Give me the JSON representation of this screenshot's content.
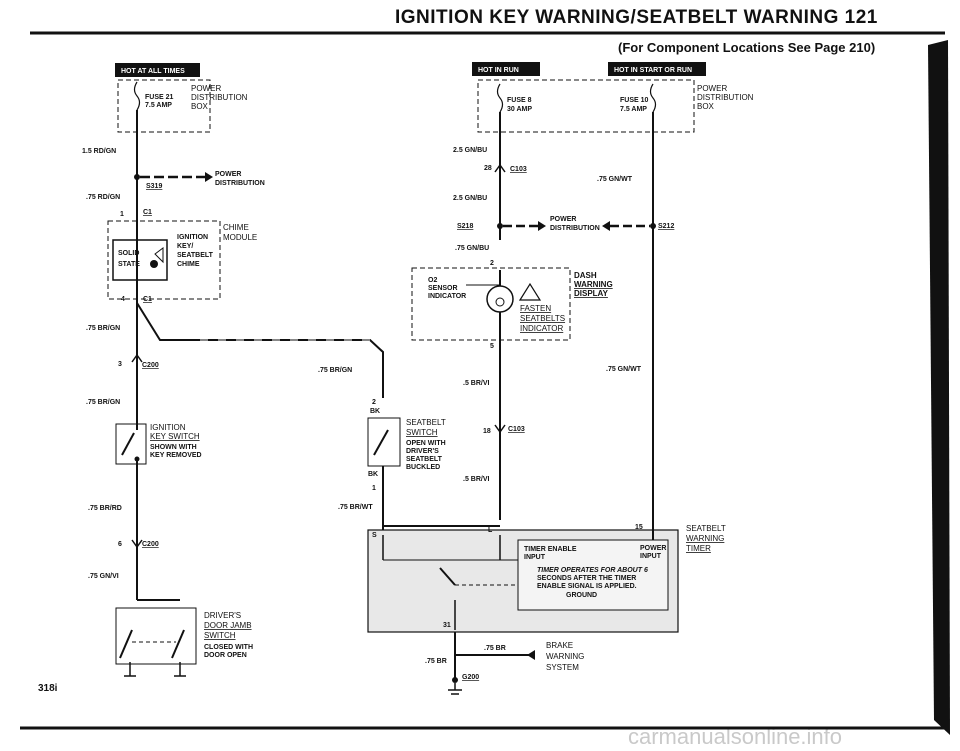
{
  "header": {
    "title": "IGNITION KEY WARNING/SEATBELT WARNING 121",
    "subtitle": "(For Component Locations See Page 210)",
    "page_number": "318i"
  },
  "badges": {
    "hot_at_all_times": "HOT AT ALL TIMES",
    "hot_in_run": "HOT IN RUN",
    "hot_in_start_or_run": "HOT IN START OR RUN"
  },
  "left_circuit": {
    "fuse21": "FUSE 21",
    "fuse21_amp": "7.5 AMP",
    "power_dist_box": [
      "POWER",
      "DISTRIBUTION",
      "BOX"
    ],
    "wire_1": "1.5 RD/GN",
    "s319": "S319",
    "power_dist": [
      "POWER",
      "DISTRIBUTION"
    ],
    "wire_2": ".75 RD/GN",
    "c1_top_pin": "1",
    "c1_top": "C1",
    "chime_module": [
      "CHIME",
      "MODULE"
    ],
    "solid_state": [
      "SOLID",
      "STATE"
    ],
    "ign_key_chime": [
      "IGNITION",
      "KEY/",
      "SEATBELT",
      "CHIME"
    ],
    "c1_bottom_pin": "4",
    "c1_bottom": "C1",
    "wire_3": ".75 BR/GN",
    "c200_pin_a": "3",
    "c200_a": "C200",
    "wire_4": ".75 BR/GN",
    "ignition_switch": [
      "IGNITION",
      "KEY SWITCH"
    ],
    "ignition_switch_note": [
      "SHOWN WITH",
      "KEY REMOVED"
    ],
    "wire_5": ".75 BR/RD",
    "c200_pin_b": "6",
    "c200_b": "C200",
    "wire_6": ".75 GN/VI",
    "door_switch": [
      "DRIVER'S",
      "DOOR JAMB",
      "SWITCH"
    ],
    "door_switch_note": [
      "CLOSED WITH",
      "DOOR OPEN"
    ]
  },
  "middle_circuit": {
    "wire_a": ".75 BR/GN",
    "pin_2": "2",
    "bk_top": "BK",
    "seatbelt_switch": [
      "SEATBELT",
      "SWITCH"
    ],
    "seatbelt_switch_note": [
      "OPEN WITH",
      "DRIVER'S",
      "SEATBELT",
      "BUCKLED"
    ],
    "bk_bottom": "BK",
    "pin_1": "1",
    "wire_b": ".75 BR/WT"
  },
  "right_circuit": {
    "fuse8": "FUSE 8",
    "fuse8_amp": "30 AMP",
    "fuse10": "FUSE 10",
    "fuse10_amp": "7.5 AMP",
    "power_dist_box": [
      "POWER",
      "DISTRIBUTION",
      "BOX"
    ],
    "wire_1": "2.5 GN/BU",
    "c103_pin_a": "28",
    "c103_a": "C103",
    "wire_gnwt_top": ".75 GN/WT",
    "wire_2": "2.5 GN/BU",
    "s218": "S218",
    "power_dist": [
      "POWER",
      "DISTRIBUTION"
    ],
    "s212": "S212",
    "wire_3": ".75 GN/BU",
    "dash_pin_2": "2",
    "o2_sensor": [
      "O2",
      "SENSOR",
      "INDICATOR"
    ],
    "dash_display": [
      "DASH",
      "WARNING",
      "DISPLAY"
    ],
    "fasten_seatbelts": [
      "FASTEN",
      "SEATBELTS",
      "INDICATOR"
    ],
    "dash_pin_5": "5",
    "wire_4": ".5 BR/VI",
    "wire_gnwt_bottom": ".75 GN/WT",
    "c103_pin_b": "18",
    "c103_b": "C103",
    "wire_5": ".5 BR/VI",
    "timer_pin_l": "L",
    "timer_pin_s": "S",
    "timer_pin_15": "15",
    "timer_label": [
      "SEATBELT",
      "WARNING",
      "TIMER"
    ],
    "timer_enable": [
      "TIMER ENABLE",
      "INPUT"
    ],
    "power_input": [
      "POWER",
      "INPUT"
    ],
    "timer_note": [
      "TIMER OPERATES FOR ABOUT 6",
      "SECONDS AFTER THE TIMER",
      "ENABLE SIGNAL IS APPLIED.",
      "GROUND"
    ],
    "timer_pin_31": "31",
    "wire_br_a": ".75 BR",
    "wire_br_b": ".75 BR",
    "brake_warning": [
      "BRAKE",
      "WARNING",
      "SYSTEM"
    ],
    "g200": "G200"
  }
}
